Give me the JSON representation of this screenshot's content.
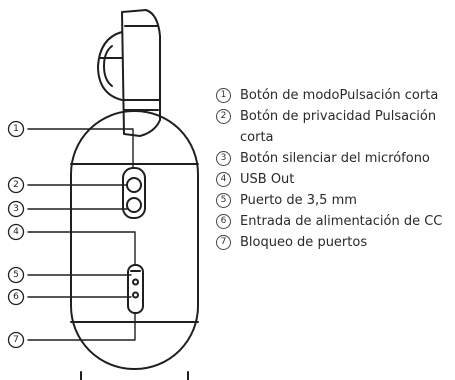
{
  "colors": {
    "line": "#1f1f1f",
    "background": "#ffffff"
  },
  "callouts": [
    {
      "number": "1"
    },
    {
      "number": "2"
    },
    {
      "number": "3"
    },
    {
      "number": "4"
    },
    {
      "number": "5"
    },
    {
      "number": "6"
    },
    {
      "number": "7"
    }
  ],
  "legend": [
    {
      "marker": "1",
      "text": "Botón de modoPulsación corta"
    },
    {
      "marker": "2",
      "text": "Botón de privacidad Pulsación corta"
    },
    {
      "marker": "3",
      "text": "Botón silenciar del micrófono"
    },
    {
      "marker": "4",
      "text": "USB Out"
    },
    {
      "marker": "5",
      "text": "Puerto de 3,5 mm"
    },
    {
      "marker": "6",
      "text": "Entrada de alimentación de CC"
    },
    {
      "marker": "7",
      "text": "Bloqueo de puertos"
    }
  ]
}
